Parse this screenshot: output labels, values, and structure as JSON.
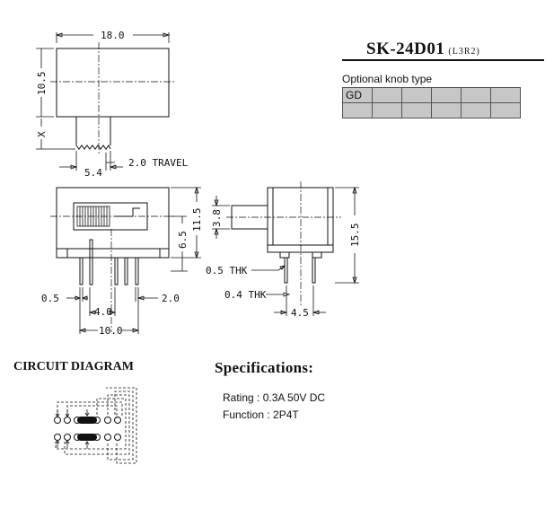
{
  "model": {
    "name": "SK-24D01",
    "code": "(L3R2)"
  },
  "knob": {
    "label": "Optional knob type",
    "cells": [
      [
        "GD",
        "",
        "",
        "",
        "",
        ""
      ],
      [
        "",
        "",
        "",
        "",
        "",
        ""
      ]
    ]
  },
  "dims": {
    "w18": "18.0",
    "h105": "10.5",
    "x": "X",
    "d54": "5.4",
    "travel": "2.0 TRAVEL",
    "h65": "6.5",
    "h115": "11.5",
    "d38": "3.8",
    "h155": "15.5",
    "thk05": "0.5 THK",
    "thk04": "0.4 THK",
    "d45": "4.5",
    "d05": "0.5",
    "d40": "4.0",
    "d20": "2.0",
    "d100": "10.0"
  },
  "circuit": {
    "title": "CIRCUIT DIAGRAM"
  },
  "specs": {
    "title": "Specifications:",
    "rating": "Rating : 0.3A  50V  DC",
    "function": "Function : 2P4T"
  }
}
